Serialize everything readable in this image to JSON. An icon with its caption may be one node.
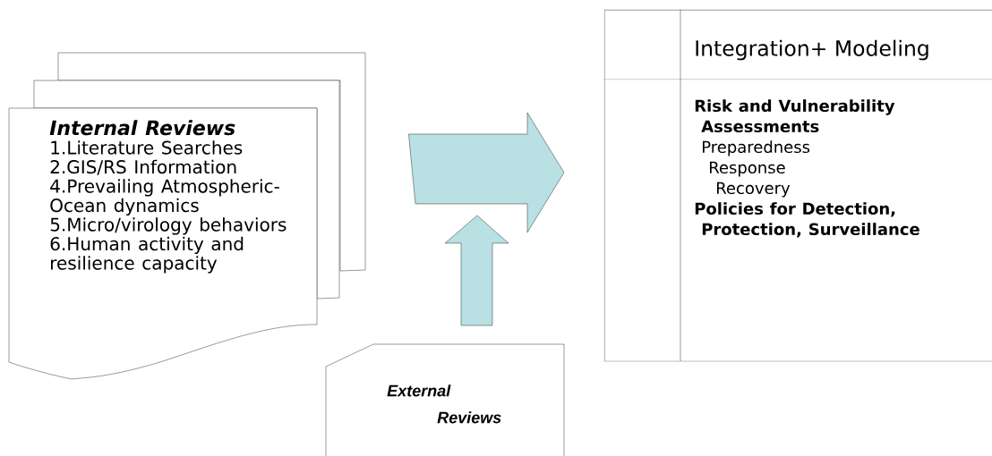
{
  "diagram": {
    "nodes": [
      {
        "text": [
          "Internal Reviews",
          "1.Literature Searches",
          "2.GIS/RS Information",
          "4.Prevailing Atmospheric- Ocean dynamics",
          "5.Micro/virology behaviors",
          "6.Human activity and resilience capacity"
        ]
      },
      {
        "text": [
          "External Reviews"
        ]
      },
      {
        "text": [],
        "shape": "box"
      },
      {
        "text": [
          "Integration+ Modeling"
        ],
        "in": 2
      },
      {
        "text": [
          "Risk and Vulnerability Assessments",
          "Preparedness",
          "Response",
          "Recovery",
          "Policies for Detection, Protection, Surveillance"
        ],
        "in": 2
      }
    ],
    "edges": [
      {
        "from": 0,
        "to": 2,
        "arrow": "to"
      },
      {
        "from": 1,
        "to": null,
        "arrow": "to"
      }
    ]
  }
}
